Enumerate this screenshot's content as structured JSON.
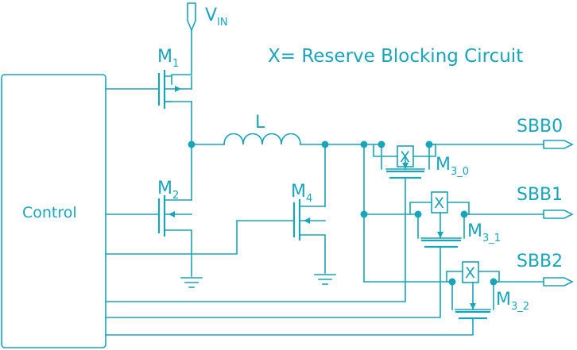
{
  "title": "X= Reserve Blocking Circuit",
  "vin": {
    "main": "V",
    "sub": "IN"
  },
  "control": "Control",
  "inductor": "L",
  "m1": {
    "main": "M",
    "sub": "1"
  },
  "m2": {
    "main": "M",
    "sub": "2"
  },
  "m4": {
    "main": "M",
    "sub": "4"
  },
  "m30": {
    "main": "M",
    "sub": "3_0"
  },
  "m31": {
    "main": "M",
    "sub": "3_1"
  },
  "m32": {
    "main": "M",
    "sub": "3_2"
  },
  "x": "X",
  "outputs": [
    "SBB0",
    "SBB1",
    "SBB2"
  ],
  "colors": {
    "wire": "#1aa4b8",
    "background": "#ffffff"
  }
}
